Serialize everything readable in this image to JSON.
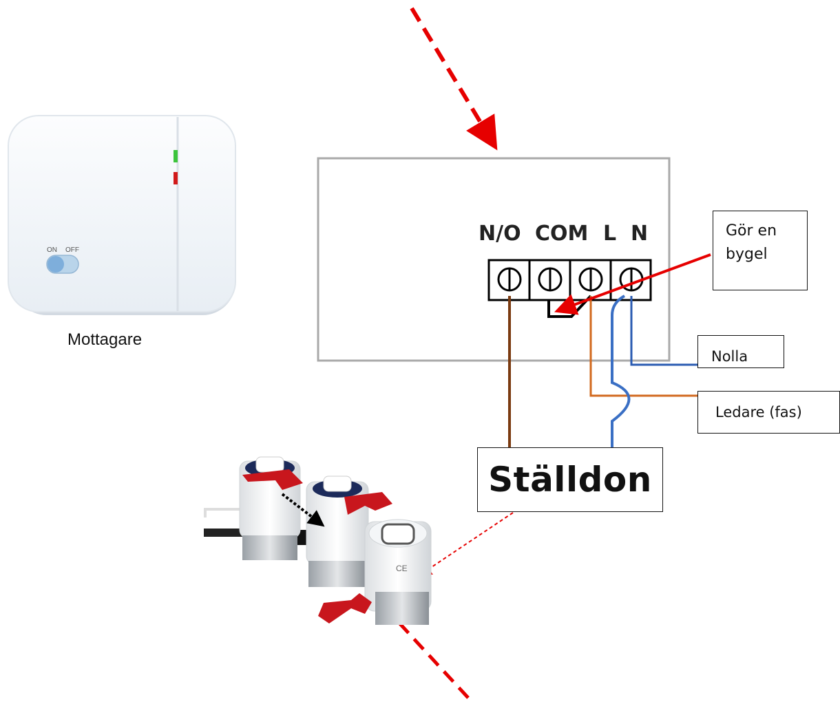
{
  "terminals": [
    "N/O",
    "COM",
    "L",
    "N"
  ],
  "labels": {
    "jumper_note_line1": "Gör en",
    "jumper_note_line2": "bygel",
    "neutral": "Nolla",
    "phase": "Ledare (fas)",
    "actuator": "Ställdon",
    "receiver": "Mottagare"
  },
  "receiver_switch": {
    "on": "ON",
    "off": "OFF"
  },
  "colors": {
    "arrow_red": "#e60000",
    "wire_brown": "#7a3a10",
    "wire_orange": "#d2691e",
    "wire_blue": "#3a6fc4",
    "led_green": "#3cc43c",
    "led_red": "#d11a1a",
    "cap_red": "#c8161d"
  }
}
